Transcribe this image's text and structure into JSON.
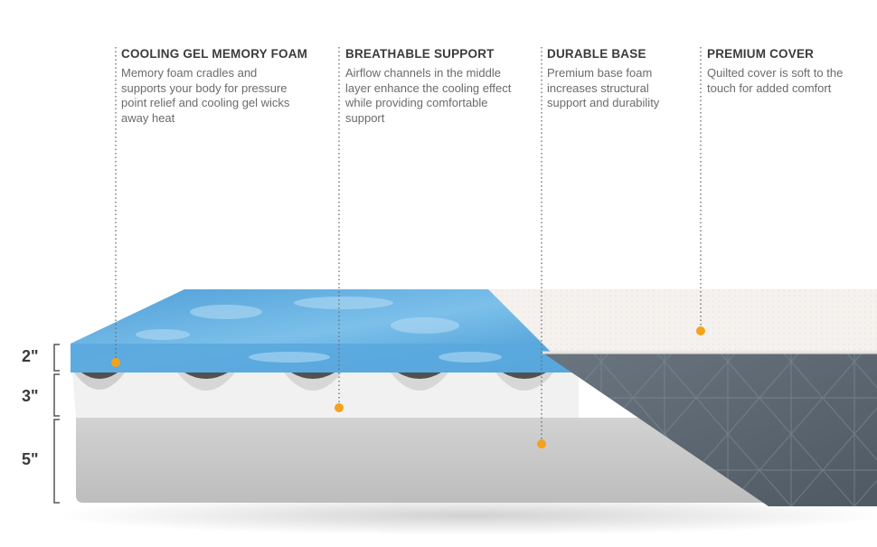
{
  "callouts": [
    {
      "title": "COOLING GEL MEMORY FOAM",
      "desc": "Memory foam cradles and supports your body for pressure point relief and cooling gel wicks away heat"
    },
    {
      "title": "BREATHABLE SUPPORT",
      "desc": "Airflow channels in the middle layer enhance the cooling effect while providing comfortable support"
    },
    {
      "title": "DURABLE BASE",
      "desc": "Premium base foam increases structural support and durability"
    },
    {
      "title": "PREMIUM COVER",
      "desc": "Quilted cover is soft to the touch for added comfort"
    }
  ],
  "dimensions": [
    "2\"",
    "3\"",
    "5\""
  ],
  "colors": {
    "accent": "#f5a21b",
    "gel_foam": "#5aa7dc",
    "support_layer": "#f2f2f2",
    "base_layer": "#c9c9c9",
    "cover_side": "#5c6773",
    "cover_top": "#f4f1ee"
  }
}
